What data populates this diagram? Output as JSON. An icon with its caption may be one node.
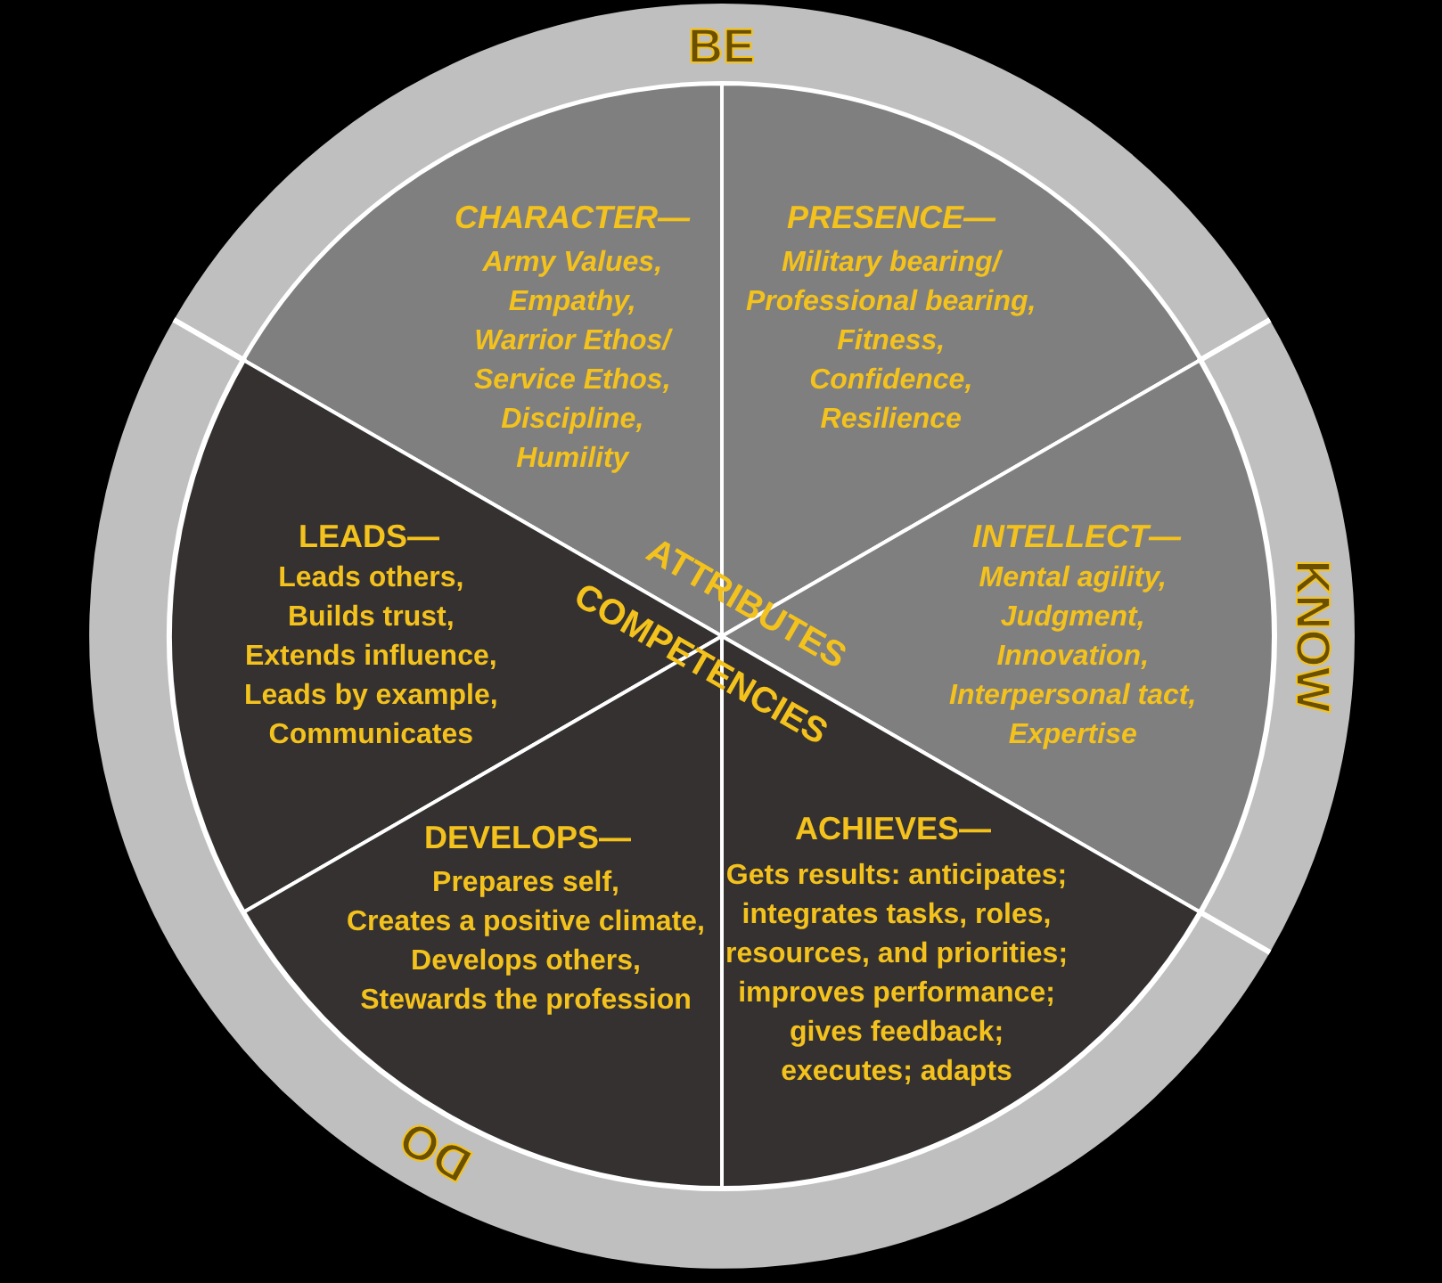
{
  "diagram": {
    "nodes": [
      {
        "text": [
          "BE"
        ]
      },
      {
        "text": [
          "CHARACTER—",
          "Army Values, Empathy, Warrior Ethos/ Service Ethos, Discipline, Humility"
        ]
      },
      {
        "text": [
          "PRESENCE—",
          "Military bearing/ Professional bearing, Fitness, Confidence, Resilience"
        ]
      },
      {
        "text": [
          "LEADS—",
          "Leads others, Builds trust, Extends influence, Leads by example, Communicates"
        ]
      },
      {
        "text": [
          "INTELLECT—",
          "Mental agility, Judgment, Innovation, Interpersonal tact, Expertise"
        ]
      },
      {
        "text": [
          "KNOW"
        ]
      },
      {
        "text": [
          "DEVELOPS—",
          "Prepares self, Creates a positive climate, Develops others, Stewards the profession"
        ]
      },
      {
        "text": [
          "ACHIEVES—",
          "Gets results: anticipates; integrates tasks, roles, resources, and priorities; improves performance; gives feedback; executes; adapts"
        ]
      },
      {
        "text": [
          "DO"
        ]
      }
    ],
    "labels": [
      "ATTRIBUTES",
      "COMPETENCIES"
    ]
  }
}
